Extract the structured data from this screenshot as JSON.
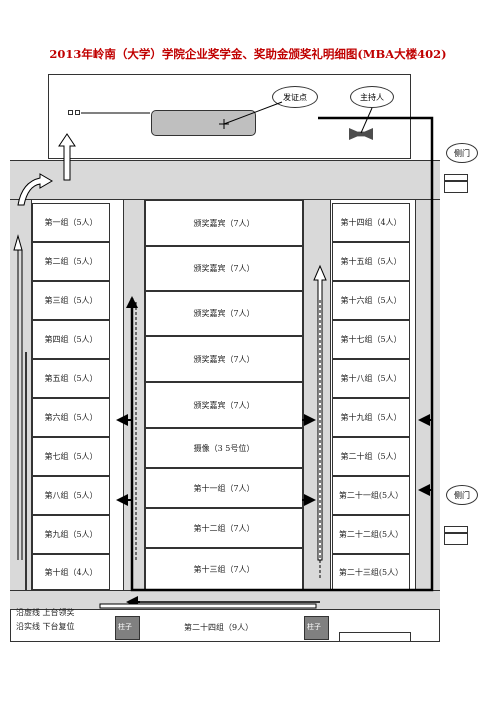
{
  "title": "2013年岭南（大学）学院企业奖学金、奖助金颁奖礼明细图(MBA大楼402)",
  "stage": {
    "award_staff": "发证点",
    "host": "主持人"
  },
  "side_door": "侧门",
  "left_column": [
    "第一组（5人）",
    "第二组（5人）",
    "第三组（5人）",
    "第四组（5人）",
    "第五组（5人）",
    "第六组（5人）",
    "第七组（5人）",
    "第八组（5人）",
    "第九组（5人）",
    "第十组（4人）"
  ],
  "center_column": [
    "颁奖嘉宾（7人）",
    "颁奖嘉宾（7人）",
    "颁奖嘉宾（7人）",
    "颁奖嘉宾（7人）",
    "颁奖嘉宾（7人）",
    "摄像（3 5号位）",
    "第十一组（7人）",
    "第十二组（7人）",
    "第十三组（7人）"
  ],
  "right_column": [
    "第十四组（4人）",
    "第十五组（5人）",
    "第十六组（5人）",
    "第十七组（5人）",
    "第十八组（5人）",
    "第十九组（5人）",
    "第二十组（5人）",
    "第二十一组(5人）",
    "第二十二组(5人）",
    "第二十三组(5人）"
  ],
  "legend": {
    "line1": "沿虚线 上台领奖",
    "line2": "沿实线 下台复位"
  },
  "pillar": "柱子",
  "bottom_group": "第二十四组（9人）"
}
